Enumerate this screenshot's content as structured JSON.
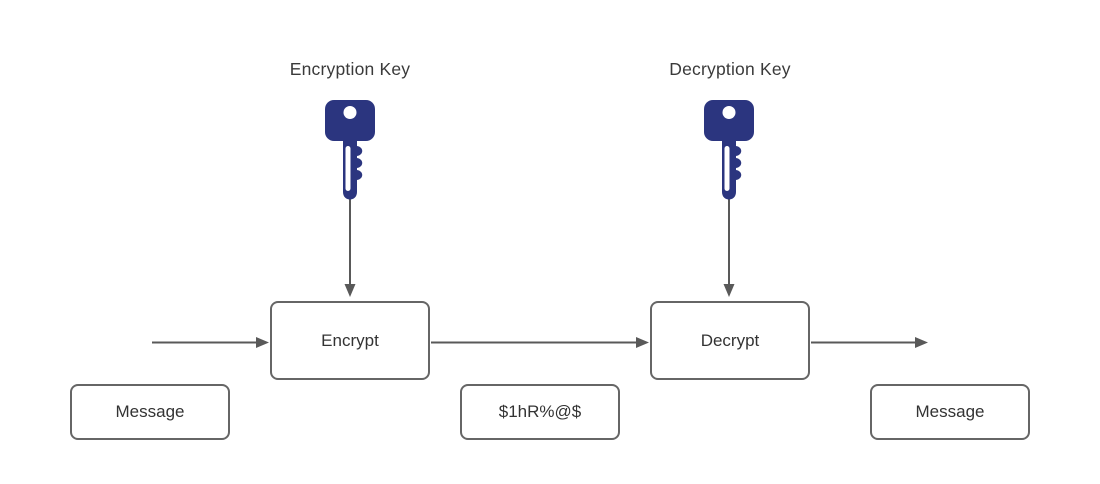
{
  "diagram": {
    "labels": {
      "encryption_key": "Encryption Key",
      "decryption_key": "Decryption Key"
    },
    "boxes": {
      "encrypt": "Encrypt",
      "decrypt": "Decrypt",
      "message_input": "Message",
      "ciphertext": "$1hR%@$",
      "message_output": "Message"
    },
    "icons": {
      "encryption_key": "key-icon",
      "decryption_key": "key-icon"
    },
    "colors": {
      "key_fill": "#2b357f",
      "key_hole": "#ffffff",
      "connector": "#595959",
      "box_border": "#666666",
      "box_fill": "#ffffff",
      "text": "#333333",
      "label_text": "#3a3a3a",
      "background": "#ffffff"
    }
  }
}
